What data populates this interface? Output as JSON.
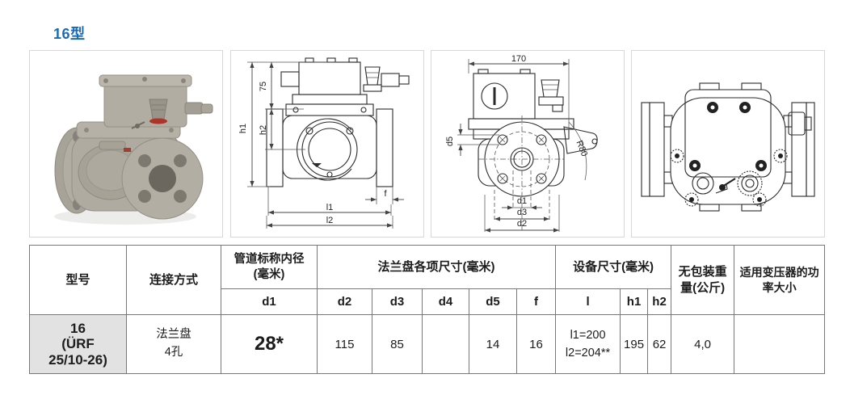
{
  "page": {
    "title": "16型"
  },
  "colors": {
    "title_blue": "#1a6ab5",
    "model_cell_bg": "#e2e2e2",
    "border_gray": "#787878"
  },
  "drawings": {
    "front_view": {
      "h1": "h1",
      "seg75": "75",
      "h2": "h2",
      "l1": "l1",
      "l2": "l2",
      "f": "f"
    },
    "side_view": {
      "width170": "170",
      "d5": "d5",
      "r80": "R80",
      "d1": "d1",
      "d3": "d3",
      "d2": "d2"
    }
  },
  "table": {
    "headers": {
      "model": "型号",
      "connection": "连接方式",
      "pipe_line1": "管道标称内径",
      "pipe_line2": "(毫米)",
      "flange_group": "法兰盘各项尺寸(毫米)",
      "device_group": "设备尺寸(毫米)",
      "weight_line1": "无包装重",
      "weight_line2": "量(公斤)",
      "power_line1": "适用变压器的功",
      "power_line2": "率大小",
      "d1": "d1",
      "d2": "d2",
      "d3": "d3",
      "d4": "d4",
      "d5": "d5",
      "f": "f",
      "l": "l",
      "h1": "h1",
      "h2": "h2"
    },
    "row": {
      "model_line1": "16",
      "model_line2": "(ÜRF",
      "model_line3": "25/10-26)",
      "connection_line1": "法兰盘",
      "connection_line2": "4孔",
      "d1": "28*",
      "d2": "115",
      "d3": "85",
      "d4": "",
      "d5": "14",
      "f": "16",
      "l_line1": "l1=200",
      "l_line2": "l2=204**",
      "h1": "195",
      "h2": "62",
      "weight": "4,0",
      "power": ""
    }
  }
}
